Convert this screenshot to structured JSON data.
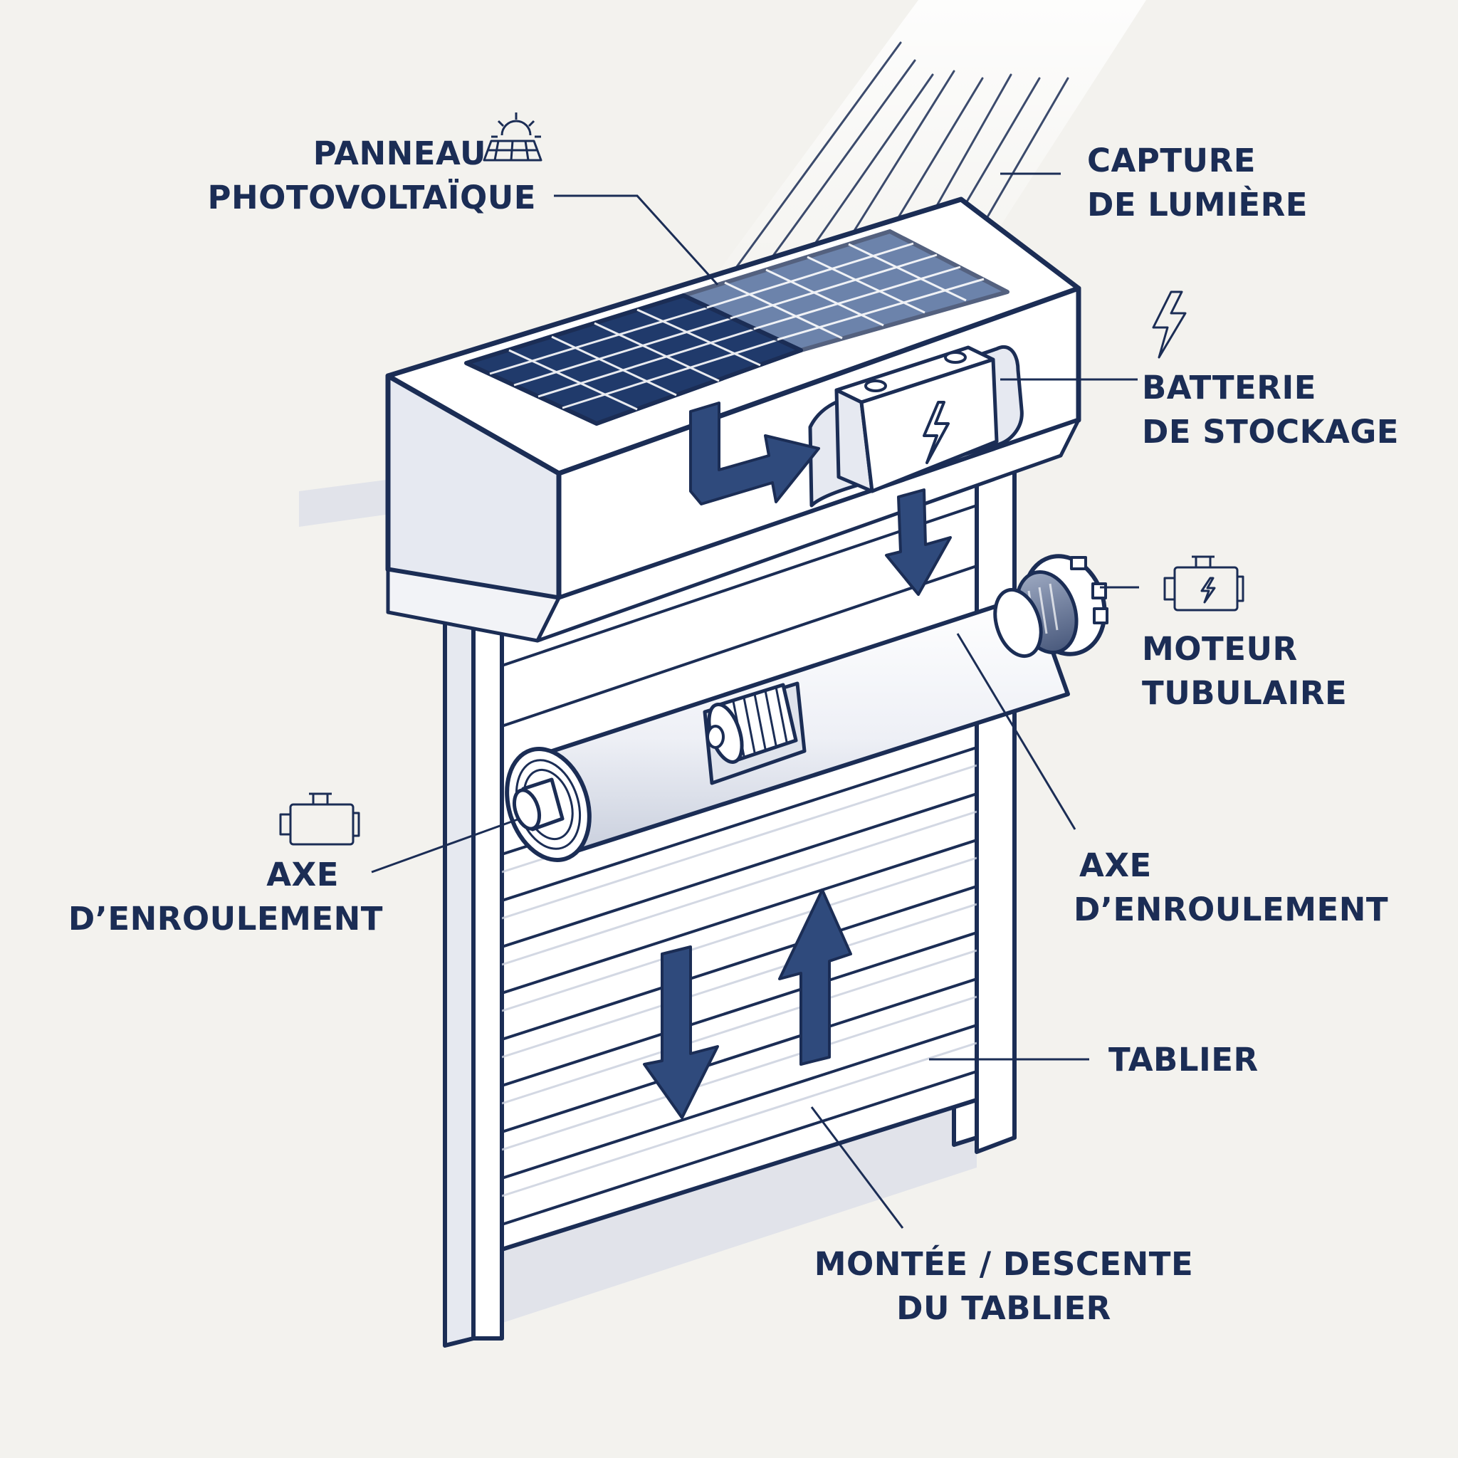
{
  "labels": {
    "solar_panel": [
      "PANNEAU",
      "PHOTOVOLTAÏQUE"
    ],
    "light_capture": [
      "CAPTURE",
      "DE LUMIÈRE"
    ],
    "battery": [
      "BATTERIE",
      "DE STOCKAGE"
    ],
    "tubular_motor": [
      "MOTEUR",
      "TUBULAIRE"
    ],
    "axis_left": [
      "AXE",
      "D’ENROULEMENT"
    ],
    "axis_right": [
      "AXE",
      "D’ENROULEMENT"
    ],
    "apron": [
      "TABLIER"
    ],
    "apron_motion": [
      "MONTÉE / DESCENTE",
      "DU TABLIER"
    ]
  },
  "colors": {
    "ink": "#1b2d55",
    "arrow": "#2f4a7c",
    "background": "#f3f2ee",
    "panel_cell": "#203a6b",
    "shadow": "#d5dae6"
  },
  "icons": {
    "solar_panel": "solar-panel-sun-icon",
    "battery": "lightning-bolt-icon",
    "tubular_motor": "motor-icon",
    "axis_left": "motor-icon"
  }
}
